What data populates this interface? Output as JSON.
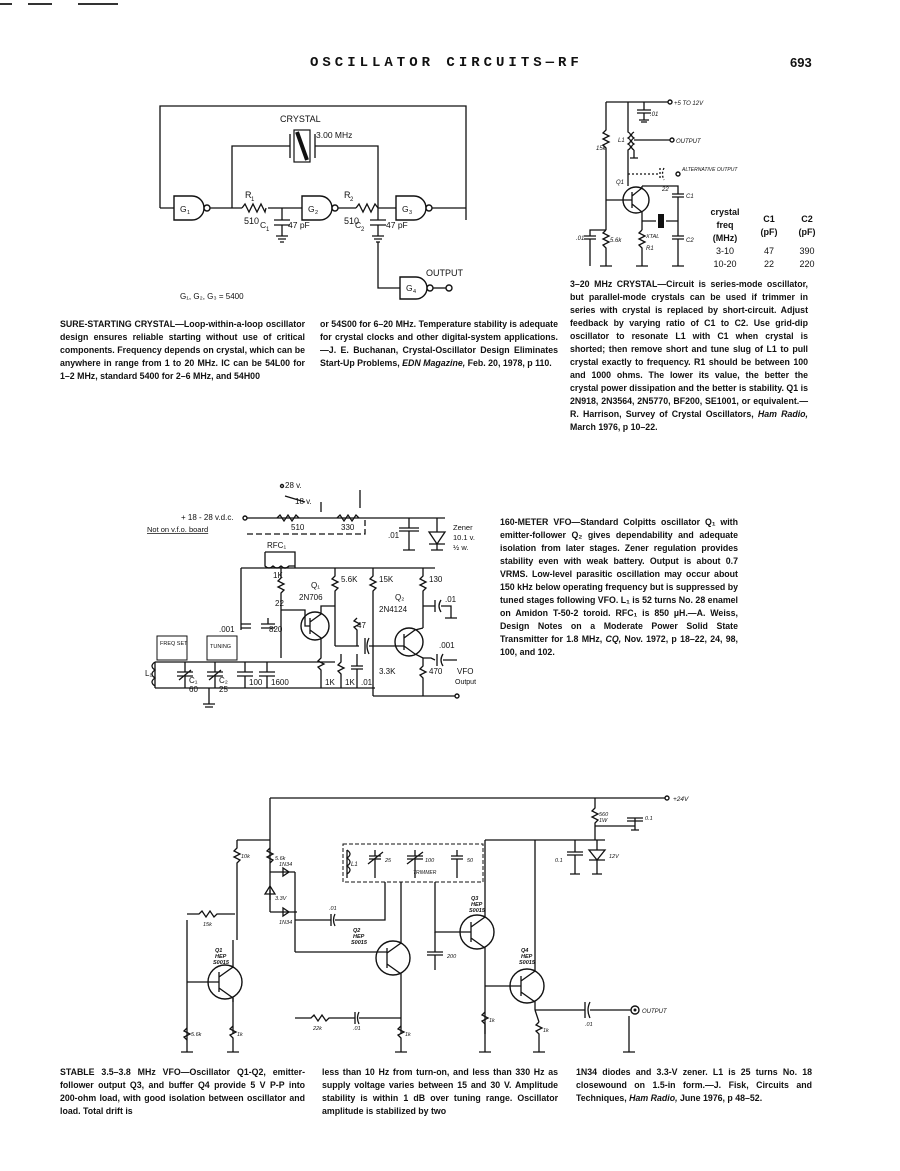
{
  "header": {
    "title": "OSCILLATOR CIRCUITS—RF",
    "page": "693"
  },
  "fig1": {
    "labels": {
      "crystal": "CRYSTAL",
      "freq": "3.00 MHz",
      "r1": "R",
      "r1sub": "1",
      "r2": "R",
      "r2sub": "2",
      "r1val": "510",
      "r2val": "510",
      "c1": "C",
      "c1sub": "1",
      "c1val": "47 pF",
      "c2": "C",
      "c2sub": "2",
      "c2val": "47 pF",
      "g1": "G",
      "g1sub": "1",
      "g2": "G",
      "g2sub": "2",
      "g3": "G",
      "g3sub": "3",
      "g4": "G",
      "g4sub": "4",
      "output": "OUTPUT",
      "legend": "G₁, G₂, G₃ = 5400"
    },
    "caption_title": "SURE-STARTING CRYSTAL",
    "caption_col1": "—Loop-within-a-loop oscillator design ensures reliable starting without use of critical components. Frequency depends on crystal, which can be anywhere in range from 1 to 20 MHz. IC can be 54L00 for 1–2 MHz, standard 5400 for 2–6 MHz, and 54H00",
    "caption_col2": "or 54S00 for 6–20 MHz. Temperature stability is adequate for crystal clocks and other digital-system applications.—J. E. Buchanan, Crystal-Oscillator Design Eliminates Start-Up Problems, ",
    "caption_col2_src": "EDN Magazine,",
    "caption_col2_end": " Feb. 20, 1978, p 110."
  },
  "fig2": {
    "labels": {
      "supply": "+5 TO 12V",
      "c01": ".01",
      "l1": "L1",
      "output": "OUTPUT",
      "r15k": "15k",
      "alt": "ALTERNATIVE OUTPUT",
      "c22": "22",
      "q1": "Q1",
      "c1": "C1",
      "c01b": ".01",
      "r56k": "5.6k",
      "xtal": "XTAL",
      "r1": "R1",
      "c2": "C2"
    },
    "table": {
      "headers": [
        "crystal freq (MHz)",
        "C1 (pF)",
        "C2 (pF)"
      ],
      "rows": [
        [
          "3-10",
          "47",
          "390"
        ],
        [
          "10-20",
          "22",
          "220"
        ]
      ]
    },
    "caption_title": "3–20 MHz CRYSTAL",
    "caption_body": "—Circuit is series-mode oscillator, but parallel-mode crystals can be used if trimmer in series with crystal is replaced by short-circuit. Adjust feedback by varying ratio of C1 to C2. Use grid-dip oscillator to resonate L1 with C1 when crystal is shorted; then remove short and tune slug of L1 to pull crystal exactly to frequency. R1 should be between 100 and 1000 ohms. The lower its value, the better the crystal power dissipation and the better is stability. Q1 is 2N918, 2N3564, 2N5770, BF200, SE1001, or equivalent.—R. Harrison, Survey of Crystal Oscillators, ",
    "caption_src": "Ham Radio,",
    "caption_end": " March 1976, p 10–22."
  },
  "fig3": {
    "labels": {
      "v28": "28 v.",
      "v18": "18 v.",
      "supply": "+ 18 - 28 v.d.c.",
      "board": "Not on v.f.o. board",
      "r510": "510",
      "r330": "330",
      "rfc": "RFC₁",
      "c01": ".01",
      "zener": "Zener",
      "zv": "10.1 v.",
      "zw": "½ w.",
      "r1k": "1K",
      "q1": "Q₁",
      "q1t": "2N706",
      "r22": "22",
      "r56k": "5.6K",
      "r15k": "15K",
      "r130": "130",
      "q2": "Q₂",
      "q2t": "2N4124",
      "c01b": ".01",
      "c001": ".001",
      "c820": "820",
      "r47": "47",
      "c001b": ".001",
      "fset": "FREQ SET",
      "tuning": "TUNING",
      "l1": "L₁",
      "c1": "C₁",
      "c1v": "60",
      "c2": "C₂",
      "c2v": "25",
      "c100": "100",
      "c1600": "1600",
      "r1kb": "1K",
      "r1kc": "1K",
      "c01c": ".01",
      "r33k": "3.3K",
      "r470": "470",
      "vfo": "VFO",
      "vfoout": "Output"
    },
    "caption_title": "160-METER VFO",
    "caption_body": "—Standard Colpitts oscillator Q₁ with emitter-follower Q₂ gives dependability and adequate isolation from later stages. Zener regulation provides stability even with weak battery. Output is about 0.7 VRMS. Low-level parasitic oscillation may occur about 150 kHz below operating frequency but is suppressed by tuned stages following VFO. L₁ is 52 turns No. 28 enamel on Amidon T-50-2 toroid. RFC₁ is 850 µH.—A. Weiss, Design Notes on a Moderate Power Solid State Transmitter for 1.8 MHz, ",
    "caption_src": "CQ,",
    "caption_end": " Nov. 1972, p 18–22, 24, 98, 100, and 102."
  },
  "fig4": {
    "labels": {
      "supply": "+24V",
      "r560": "560",
      "r560w": "1W",
      "c01a": "0.1",
      "c01b": "0.1",
      "z12": "12V",
      "r10k": "10k",
      "r56ka": "5.6k",
      "d1": "1N34",
      "z33": "3.3V",
      "d2": "1N34",
      "l1": "L1",
      "c25": "25",
      "c100": "100",
      "trim": "TRIMMER",
      "c50": "50",
      "r15k": "15k",
      "c01": ".01",
      "q1": "Q1",
      "q1t": "HEP",
      "q1n": "S0015",
      "q2": "Q2",
      "q2t": "HEP",
      "q2n": "S0015",
      "q3": "Q3",
      "q3t": "HEP",
      "q3n": "S0015",
      "q4": "Q4",
      "q4t": "HEP",
      "q4n": "S0015",
      "c200": "200",
      "r22k": "22k",
      "c01c": ".01",
      "c01d": ".01",
      "r1ka": "1k",
      "r1kb": "1k",
      "r1kc": "1k",
      "r1kd": "1k",
      "r56kb": "5.6k",
      "output": "OUTPUT"
    },
    "caption_title": "STABLE 3.5–3.8 MHz VFO",
    "caption_col1": "—Oscillator Q1-Q2, emitter-follower output Q3, and buffer Q4 provide 5 V P-P into 200-ohm load, with good isolation between oscillator and load. Total drift is",
    "caption_col2": "less than 10 Hz from turn-on, and less than 330 Hz as supply voltage varies between 15 and 30 V. Amplitude stability is within 1 dB over tuning range. Oscillator amplitude is stabilized by two",
    "caption_col3": "1N34 diodes and 3.3-V zener. L1 is 25 turns No. 18 closewound on 1.5-in form.—J. Fisk, Circuits and Techniques, ",
    "caption_col3_src": "Ham Radio,",
    "caption_col3_end": " June 1976, p 48–52."
  }
}
